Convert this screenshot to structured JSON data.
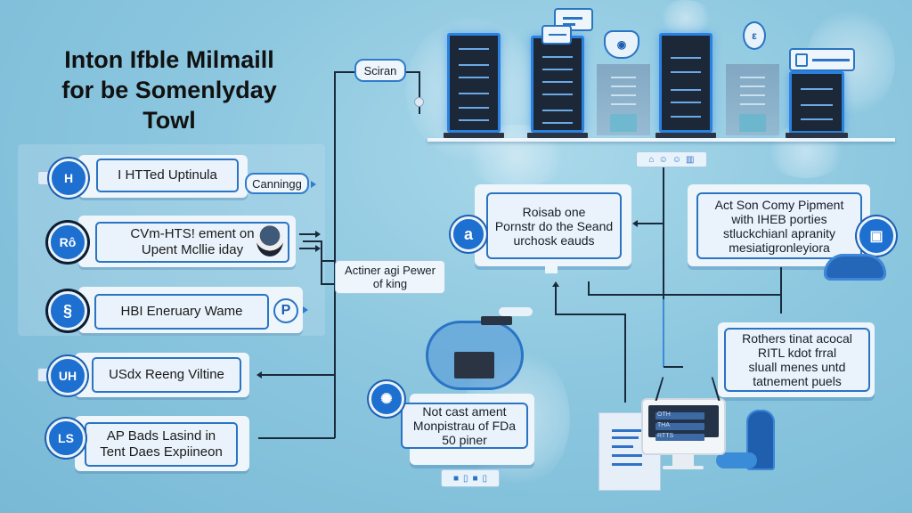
{
  "title": {
    "line1": "Inton Ifble Milmaill",
    "line2": "for be Somenlyday",
    "line3": "Towl"
  },
  "left_steps": [
    {
      "badge": "H",
      "badge_icon": "h-letter-icon",
      "label": "I HTTed Uptinula"
    },
    {
      "badge": "Rô",
      "badge_icon": "r-letter-icon",
      "label_line1": "CVm-HTS! ement on",
      "label_line2": "Upent Mcllie iday"
    },
    {
      "badge": "§",
      "badge_icon": "globe-swirl-icon",
      "label": "HBI Eneruary Wame",
      "side_badge": "P"
    },
    {
      "badge": "UH",
      "badge_icon": "uh-letter-icon",
      "label": "USdx Reeng Viltine"
    },
    {
      "badge": "LS",
      "badge_icon": "ls-letter-icon",
      "label_line1": "AP Bads Lasind in",
      "label_line2": "Tent Daes Expiineon"
    }
  ],
  "pills": {
    "canning": "Canningg",
    "screen": "Sciran"
  },
  "center_label": {
    "line1": "Actiner agi Pewer",
    "line2": "of king"
  },
  "cards": {
    "middle": {
      "badge": "a",
      "lines": [
        "Roisab one",
        "Pornstr do the Seand",
        "urchosk eauds"
      ]
    },
    "right": {
      "lines": [
        "Act Son Comy Pipment",
        "with IHEB porties",
        "stluckchianl apranity",
        "mesiatigronleyiora"
      ]
    },
    "lower_right": {
      "lines": [
        "Rothers tinat acocal",
        "RITL kdot frral",
        "sluall menes untd",
        "tatnement puels"
      ]
    },
    "bottom_center": {
      "lines": [
        "Not cast ament",
        "Monpistrau of FDa",
        "50 piner"
      ]
    }
  },
  "monitor": {
    "rows": [
      "OTH",
      "THA",
      "RTTS"
    ]
  },
  "colors": {
    "accent": "#1d6fd0",
    "accent_dark": "#1d5fb0",
    "border": "#2a74c4",
    "background": "#8cc7df",
    "server_body": "#1c2738",
    "connector": "#1a2a3d"
  }
}
